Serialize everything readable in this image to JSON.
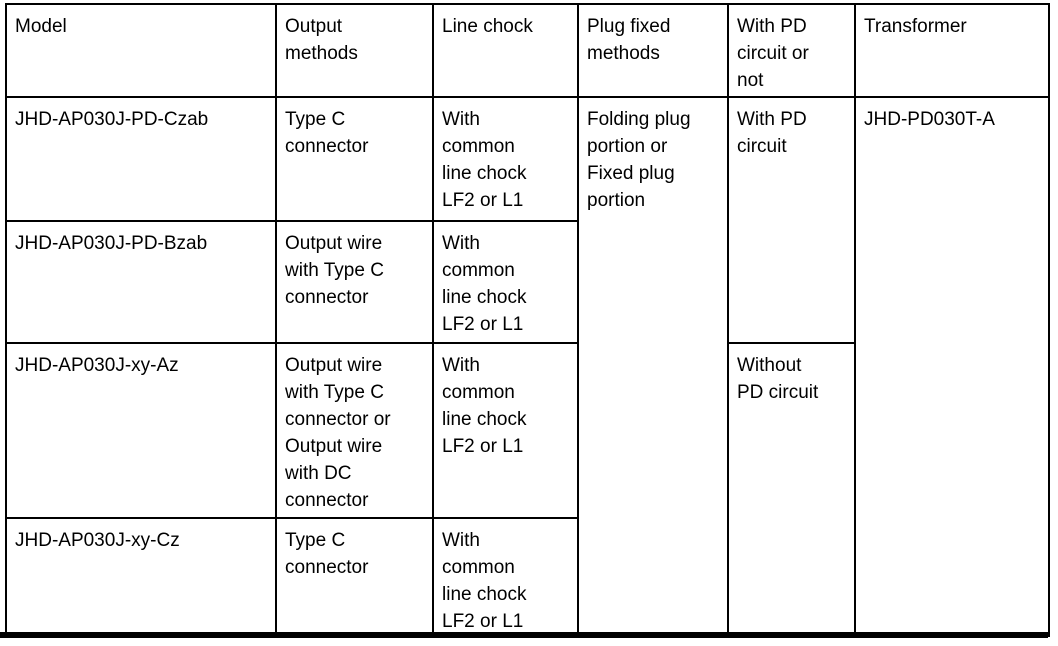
{
  "colors": {
    "background": "#ffffff",
    "border": "#000000",
    "text": "#000000"
  },
  "table": {
    "header": {
      "model": "Model",
      "output": "Output\nmethods",
      "chock": "Line chock",
      "plug": "Plug fixed\nmethods",
      "pd": "With PD\ncircuit or\nnot",
      "transformer": "Transformer"
    },
    "rows": [
      {
        "model": "JHD-AP030J-PD-Czab",
        "output": "Type C\nconnector",
        "chock": "With\ncommon\nline chock\nLF2 or L1"
      },
      {
        "model": "JHD-AP030J-PD-Bzab",
        "output": "Output wire\nwith Type C\nconnector",
        "chock": "With\ncommon\nline chock\nLF2 or L1"
      },
      {
        "model": "JHD-AP030J-xy-Az",
        "output": "Output wire\nwith Type C\nconnector or\nOutput wire\nwith DC\nconnector",
        "chock": "With\ncommon\nline chock\nLF2 or L1"
      },
      {
        "model": "JHD-AP030J-xy-Cz",
        "output": "Type C\nconnector",
        "chock": "With\ncommon\nline chock\nLF2 or L1"
      }
    ],
    "merged": {
      "plug_fixed": "Folding plug\nportion or\nFixed plug\nportion",
      "with_pd": "With PD\ncircuit",
      "without_pd": "Without\nPD circuit",
      "transformer": "JHD-PD030T-A"
    }
  }
}
